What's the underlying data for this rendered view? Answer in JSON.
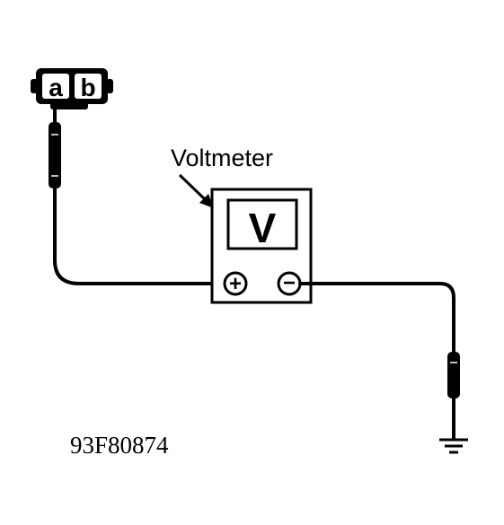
{
  "diagram": {
    "callout_label": "Voltmeter",
    "meter_symbol": "V",
    "positive_terminal": "+",
    "negative_terminal": "−",
    "connector_terminals": [
      "a",
      "b"
    ],
    "figure_id": "93F80874",
    "icons": {
      "probe": "test-probe-icon",
      "ground": "ground-icon",
      "connector": "two-pin-connector-icon"
    },
    "colors": {
      "ink": "#000000",
      "paper": "#ffffff"
    }
  }
}
